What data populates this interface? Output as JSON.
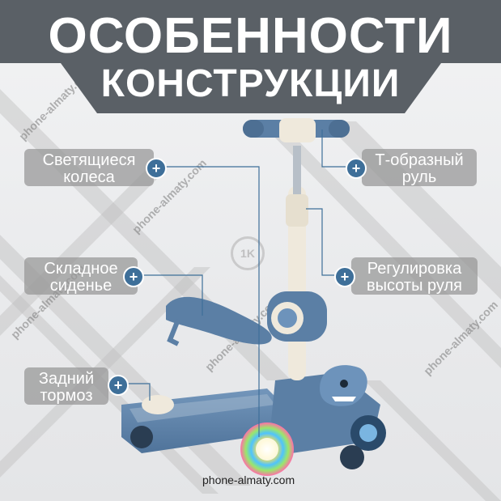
{
  "header": {
    "line1": "ОСОБЕННОСТИ",
    "line2": "КОНСТРУКЦИИ",
    "band_color": "#5a6066"
  },
  "features": {
    "wheels": {
      "line1": "Светящиеся",
      "line2": "колеса"
    },
    "handle": {
      "line1": "Т-образный",
      "line2": "руль"
    },
    "seat": {
      "line1": "Складное",
      "line2": "сиденье"
    },
    "height": {
      "line1": "Регулировка",
      "line2": "высоты руля"
    },
    "brake": {
      "line1": "Задний",
      "line2": "тормоз"
    },
    "plus_symbol": "+"
  },
  "watermarks": {
    "text": "phone-almaty.com",
    "logo": "1K"
  },
  "footer": {
    "site": "phone-almaty.com"
  },
  "colors": {
    "accent": "#3e6f99",
    "scooter_blue": "#5b7fa5",
    "cream": "#efe9dc"
  },
  "icons": [
    "plus-icon"
  ]
}
